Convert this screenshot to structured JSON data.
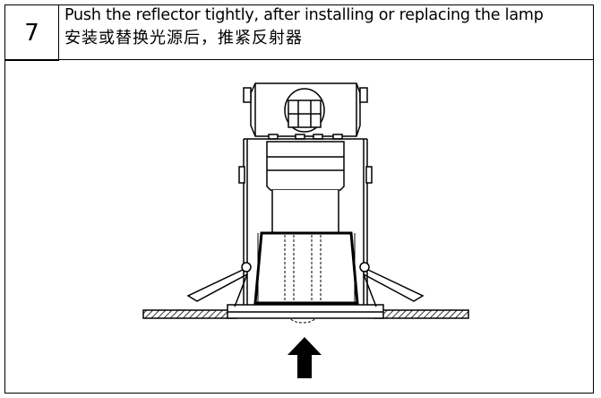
{
  "step": {
    "number": "7"
  },
  "caption": {
    "english": "Push the reflector tightly, after installing or replacing the lamp",
    "chinese": "安装或替换光源后，推紧反射器"
  },
  "illustration": {
    "subject": "downlight-reflector-installation",
    "arrow_direction": "up",
    "colors": {
      "line": "#000000",
      "hatch": "#000000",
      "background": "#ffffff"
    }
  }
}
